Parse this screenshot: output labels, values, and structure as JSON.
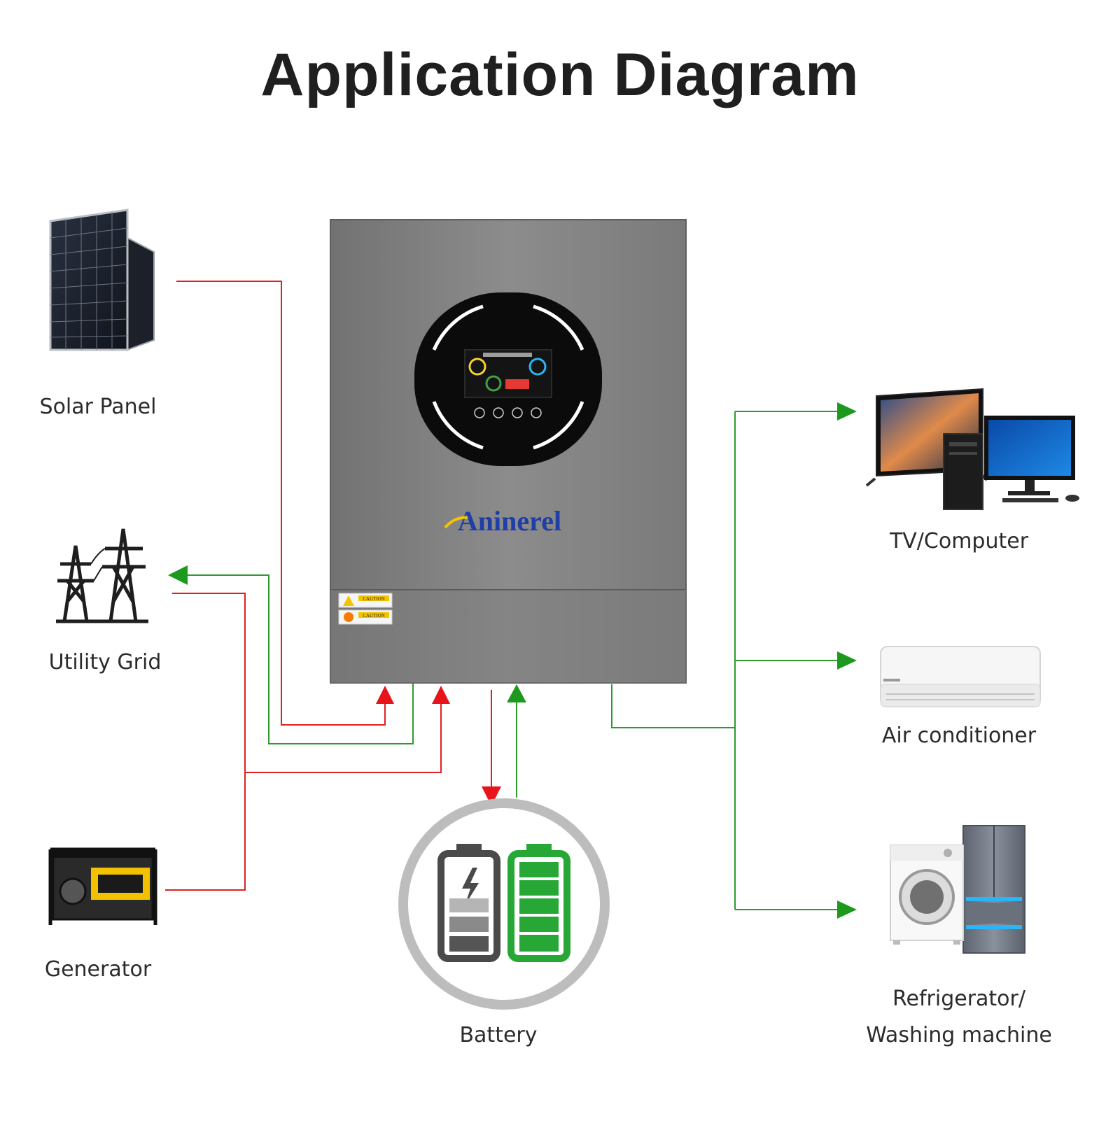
{
  "title": "Application Diagram",
  "inverter": {
    "brand": "Aninerel",
    "caution_1": "CAUTION",
    "caution_2": "CAUTION"
  },
  "inputs": {
    "solar": "Solar Panel",
    "grid": "Utility Grid",
    "generator": "Generator"
  },
  "storage": {
    "battery": "Battery"
  },
  "outputs": {
    "tv": "TV/Computer",
    "ac": "Air conditioner",
    "fridge_line1": "Refrigerator/",
    "fridge_line2": "Washing machine"
  },
  "colors": {
    "input_line": "#e02020",
    "output_line": "#2e9a2e",
    "battery_green": "#27a836",
    "inverter_body": "#808080"
  }
}
